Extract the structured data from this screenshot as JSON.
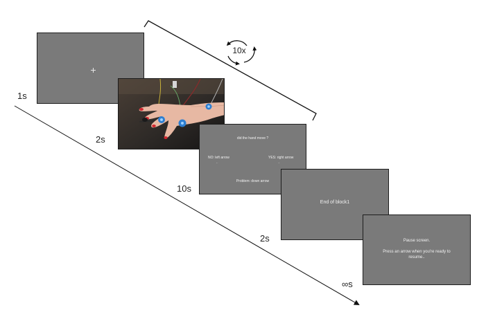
{
  "repeat": {
    "label": "10x",
    "icon": "cycle-arrows-icon"
  },
  "screens": {
    "fixation": {
      "icon": "fixation-cross-icon"
    },
    "stimulus": {
      "icon": "hand-with-electrodes-photo"
    },
    "question": {
      "prompt": "did the hand move ?",
      "no_label": "NO: left arrow",
      "no_arrow": "←",
      "yes_label": "YES: right arrow",
      "yes_arrow": "→",
      "problem_label": "Problem: down arrow"
    },
    "end_block": {
      "text": "End of block1"
    },
    "pause": {
      "line1": "Pause screen.",
      "line2": "Press an arrow when you're ready to",
      "line3": "resume.."
    }
  },
  "timings": {
    "t1": "1s",
    "t2": "2s",
    "t3": "10s",
    "t4": "2s",
    "t5": "∞s"
  },
  "colors": {
    "screen_bg": "#7a7a7a",
    "screen_text": "#f2f2f2",
    "line": "#111111"
  }
}
